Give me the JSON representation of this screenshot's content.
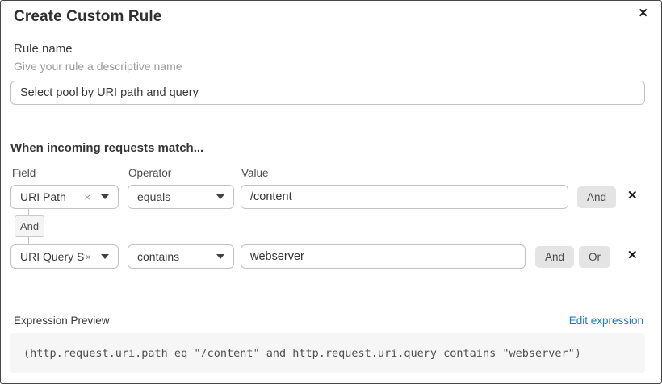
{
  "dialog": {
    "title": "Create Custom Rule",
    "close_icon": "✕"
  },
  "rule_name": {
    "label": "Rule name",
    "hint": "Give your rule a descriptive name",
    "value": "Select pool by URI path and query"
  },
  "match_section": {
    "heading": "When incoming requests match...",
    "columns": {
      "field": "Field",
      "operator": "Operator",
      "value": "Value"
    },
    "rows": [
      {
        "field": "URI Path",
        "field_clear_icon": "×",
        "operator": "equals",
        "value": "/content",
        "buttons": [
          "And"
        ],
        "delete_icon": "✕"
      },
      {
        "field": "URI Query St...",
        "field_clear_icon": "×",
        "operator": "contains",
        "value": "webserver",
        "buttons": [
          "And",
          "Or"
        ],
        "delete_icon": "✕"
      }
    ],
    "connector_label": "And"
  },
  "expression_preview": {
    "label": "Expression Preview",
    "edit_link": "Edit expression",
    "expression": "(http.request.uri.path eq \"/content\" and http.request.uri.query contains \"webserver\")"
  },
  "colors": {
    "link_blue": "#207bb4",
    "button_gray": "#e4e4e4",
    "code_background": "#f6f6f6",
    "border_gray": "#c3c3c3",
    "dialog_border": "#474747"
  }
}
